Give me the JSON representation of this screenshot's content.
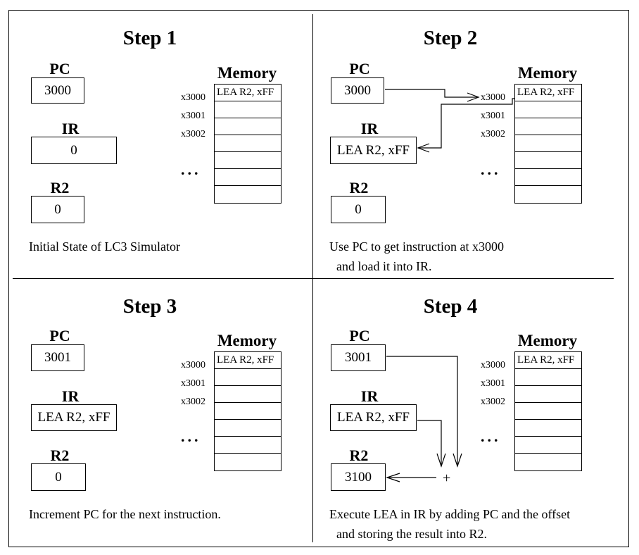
{
  "steps": [
    {
      "title": "Step 1",
      "labels": {
        "pc": "PC",
        "ir": "IR",
        "r2": "R2",
        "memory": "Memory"
      },
      "pc": "3000",
      "ir": "0",
      "r2": "0",
      "addresses": [
        "x3000",
        "x3001",
        "x3002"
      ],
      "memory": [
        "LEA R2, xFF",
        "",
        "",
        "",
        "",
        "",
        ""
      ],
      "dots": "...",
      "caption": [
        "Initial State of LC3 Simulator"
      ]
    },
    {
      "title": "Step 2",
      "labels": {
        "pc": "PC",
        "ir": "IR",
        "r2": "R2",
        "memory": "Memory"
      },
      "pc": "3000",
      "ir": "LEA R2, xFF",
      "r2": "0",
      "addresses": [
        "x3000",
        "x3001",
        "x3002"
      ],
      "memory": [
        "LEA R2, xFF",
        "",
        "",
        "",
        "",
        "",
        ""
      ],
      "dots": "...",
      "caption": [
        "Use PC to get instruction at x3000",
        "and load it into IR."
      ]
    },
    {
      "title": "Step 3",
      "labels": {
        "pc": "PC",
        "ir": "IR",
        "r2": "R2",
        "memory": "Memory"
      },
      "pc": "3001",
      "ir": "LEA R2, xFF",
      "r2": "0",
      "addresses": [
        "x3000",
        "x3001",
        "x3002"
      ],
      "memory": [
        "LEA R2, xFF",
        "",
        "",
        "",
        "",
        "",
        ""
      ],
      "dots": "...",
      "caption": [
        "Increment PC for the next instruction."
      ]
    },
    {
      "title": "Step 4",
      "labels": {
        "pc": "PC",
        "ir": "IR",
        "r2": "R2",
        "memory": "Memory"
      },
      "pc": "3001",
      "ir": "LEA R2, xFF",
      "r2": "3100",
      "addresses": [
        "x3000",
        "x3001",
        "x3002"
      ],
      "memory": [
        "LEA R2, xFF",
        "",
        "",
        "",
        "",
        "",
        ""
      ],
      "dots": "...",
      "plus": "+",
      "caption": [
        "Execute LEA in IR by adding PC and the offset",
        "and storing the result into R2."
      ]
    }
  ]
}
